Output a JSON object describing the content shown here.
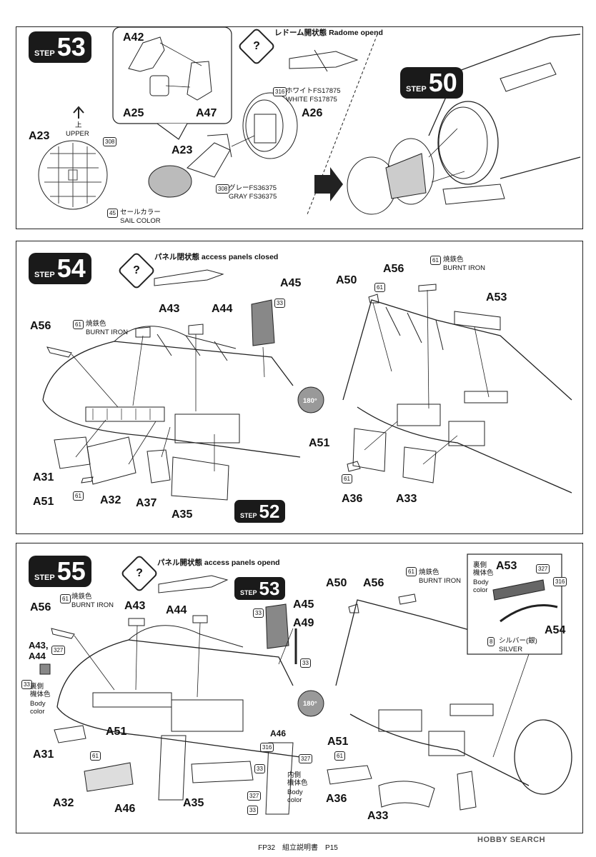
{
  "step53": {
    "step_word": "STEP",
    "step_num": "53",
    "hint": "レドーム開状態 Radome opend",
    "parts": [
      "A42",
      "A25",
      "A47",
      "A23",
      "A23",
      "A26"
    ],
    "upper_jp": "上",
    "upper_en": "UPPER",
    "badge_308": "308",
    "badge_316": "316",
    "badge_308b": "308",
    "badge_45": "45",
    "white_jp": "ホワイトFS17875",
    "white_en": "WHITE FS17875",
    "gray_jp": "グレーFS36375",
    "gray_en": "GRAY FS36375",
    "sail_jp": "セールカラー",
    "sail_en": "SAIL COLOR",
    "ref_step_word": "STEP",
    "ref_step_num": "50"
  },
  "step54": {
    "step_word": "STEP",
    "step_num": "54",
    "hint": "パネル閉状態 access panels closed",
    "labels": [
      "A56",
      "A43",
      "A44",
      "A45",
      "A31",
      "A51",
      "A32",
      "A37",
      "A35",
      "A50",
      "A56",
      "A53",
      "A51",
      "A36",
      "A33"
    ],
    "badges": [
      "61",
      "33",
      "61",
      "61",
      "61",
      "61"
    ],
    "burnt_jp": "焼鉄色",
    "burnt_en": "BURNT IRON",
    "rotate": "180°",
    "ref_step_word": "STEP",
    "ref_step_num": "52"
  },
  "step55": {
    "step_word": "STEP",
    "step_num": "55",
    "hint": "パネル開状態 access panels opend",
    "labels": [
      "A56",
      "A43",
      "A44",
      "A45",
      "A49",
      "A50",
      "A56",
      "A53",
      "A54",
      "A31",
      "A51",
      "A32",
      "A46",
      "A35",
      "A46",
      "A51",
      "A36",
      "A33"
    ],
    "a4344": "A43,\nA44",
    "badges": [
      "61",
      "327",
      "33",
      "33",
      "33",
      "61",
      "316",
      "327",
      "33",
      "327",
      "33",
      "61",
      "61",
      "327",
      "316",
      "8"
    ],
    "burnt_jp": "焼鉄色",
    "burnt_en": "BURNT IRON",
    "back_jp": "裏側\n機体色",
    "back_en": "Body\ncolor",
    "inner_jp": "内側\n機体色",
    "inner_en": "Body\ncolor",
    "inset_jp": "裏側\n機体色",
    "inset_en": "Body\ncolor",
    "silver": "シルバー(銀)",
    "silver_en": "SILVER",
    "rotate": "180°",
    "ref_step_word": "STEP",
    "ref_step_num": "53"
  },
  "footer": "FP32　組立説明書　P15",
  "watermark": "HOBBY SEARCH"
}
